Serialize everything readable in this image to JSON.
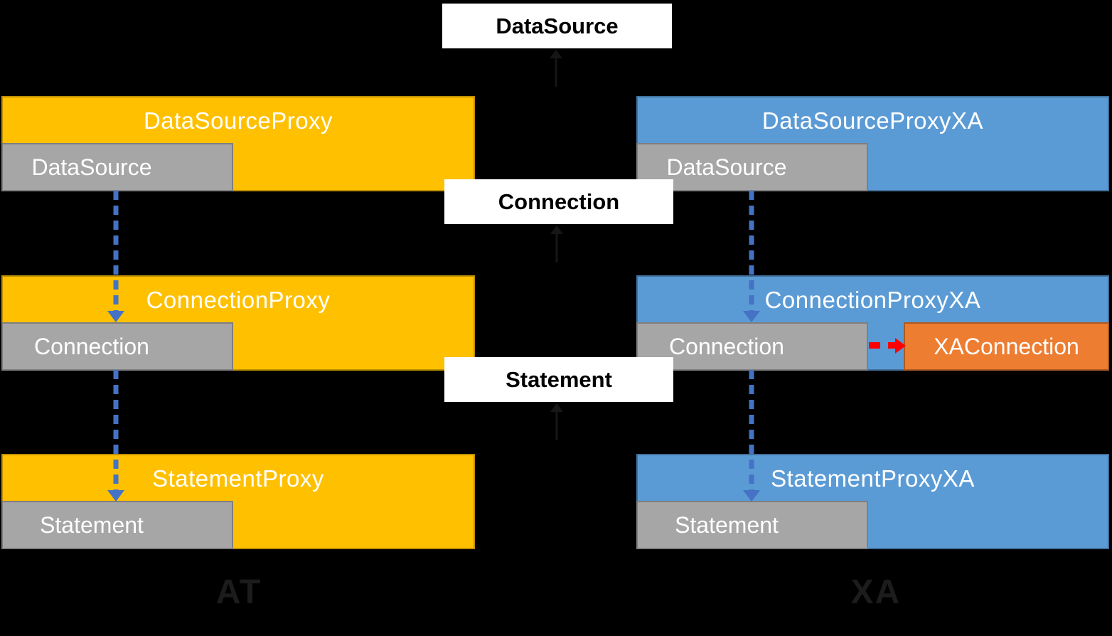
{
  "diagram": {
    "title_label": "DataSource",
    "interface_labels": [
      {
        "name": "DataSource"
      },
      {
        "name": "Connection"
      },
      {
        "name": "Statement"
      }
    ],
    "at_column": {
      "mode_label": "AT",
      "rows": [
        {
          "title": "DataSourceProxy",
          "inner": "DataSource"
        },
        {
          "title": "ConnectionProxy",
          "inner": "Connection"
        },
        {
          "title": "StatementProxy",
          "inner": "Statement"
        }
      ]
    },
    "xa_column": {
      "mode_label": "XA",
      "rows": [
        {
          "title": "DataSourceProxyXA",
          "inner": "DataSource"
        },
        {
          "title": "ConnectionProxyXA",
          "inner": "Connection",
          "extra": "XAConnection"
        },
        {
          "title": "StatementProxyXA",
          "inner": "Statement"
        }
      ]
    },
    "colors": {
      "background": "#000000",
      "at_fill": "#FFC000",
      "at_border": "#BF9000",
      "xa_fill": "#5B9BD5",
      "xa_border": "#41719C",
      "inner_fill": "#A6A6A6",
      "inner_border": "#7F7F7F",
      "xa_connection_fill": "#ED7D31",
      "xa_connection_border": "#AE5A21",
      "delegate_arrow": "#4472C4",
      "xa_branch_arrow": "#FF0000",
      "interface_label_bg": "#FFFFFF",
      "interface_label_text": "#000000",
      "mode_label_text": "#1C1C1C"
    }
  }
}
